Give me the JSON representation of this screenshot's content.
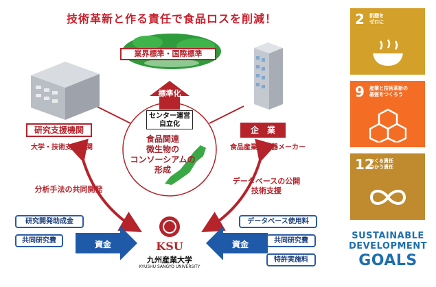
{
  "title": "技術革新と作る責任で食品ロスを削減！",
  "standard_label": "業界標準・国際標準",
  "standardization_label": "標準化",
  "center_label": "センター運営\n自立化",
  "consortium_label": "食品関連\n微生物の\nコンソーシアムの\n形成",
  "research_org": {
    "title": "研究支援機関",
    "subtitle": "大学・技術支援機関"
  },
  "company": {
    "title": "企　業",
    "subtitle": "食品産業・機器メーカー"
  },
  "left_link": "分析手法の共同開発",
  "right_link": "データベースの公開\n技術支援",
  "left_funds": [
    "研究開発助成金",
    "共同研究費"
  ],
  "right_funds": [
    "データベース使用料",
    "共同研究費",
    "特許実施料"
  ],
  "money_label": "資金",
  "university": {
    "logo_text": "KSU",
    "name": "九州産業大学",
    "name_en": "KYUSHU SANGYO UNIVERSITY"
  },
  "sdgs": [
    {
      "num": "2",
      "label": "飢餓を\nゼロに",
      "color": "#d3a029"
    },
    {
      "num": "9",
      "label": "産業と技術革新の\n基盤をつくろう",
      "color": "#f36d25"
    },
    {
      "num": "12",
      "label": "つくる責任\nつかう責任",
      "color": "#bf8b2e"
    }
  ],
  "sdg_footer": [
    "SUSTAINABLE",
    "DEVELOPMENT",
    "GOALS"
  ]
}
